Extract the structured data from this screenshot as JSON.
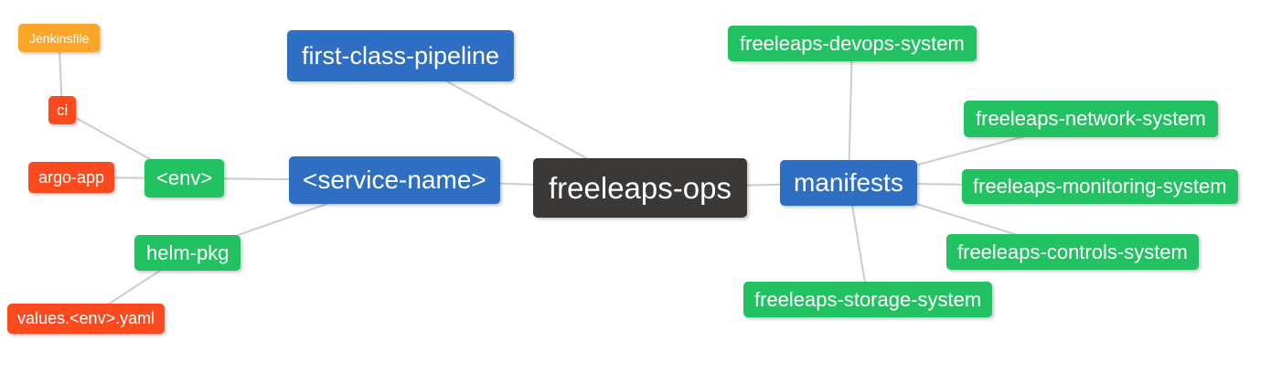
{
  "diagram": {
    "kind": "mindmap",
    "root_label": "freeleaps-ops",
    "background": "#ffffff"
  },
  "palette": {
    "blue": "#2e6fc4",
    "green": "#22c263",
    "red": "#fa4a1e",
    "orange": "#f9a62b",
    "dark": "#3b3838",
    "edge": "#cccccc",
    "text": "#ffffff"
  },
  "nodes": {
    "freeleaps_ops": {
      "label": "freeleaps-ops",
      "color": "dark"
    },
    "first_class_pipeline": {
      "label": "first-class-pipeline",
      "color": "blue"
    },
    "service_name": {
      "label": "<service-name>",
      "color": "blue"
    },
    "manifests": {
      "label": "manifests",
      "color": "blue"
    },
    "env": {
      "label": "<env>",
      "color": "green"
    },
    "helm_pkg": {
      "label": "helm-pkg",
      "color": "green"
    },
    "ci": {
      "label": "ci",
      "color": "red"
    },
    "argo_app": {
      "label": "argo-app",
      "color": "red"
    },
    "values_env_yaml": {
      "label": "values.<env>.yaml",
      "color": "red"
    },
    "jenkinsfile": {
      "label": "Jenkinsfile",
      "color": "orange"
    },
    "devops_system": {
      "label": "freeleaps-devops-system",
      "color": "green"
    },
    "network_system": {
      "label": "freeleaps-network-system",
      "color": "green"
    },
    "monitoring_system": {
      "label": "freeleaps-monitoring-system",
      "color": "green"
    },
    "controls_system": {
      "label": "freeleaps-controls-system",
      "color": "green"
    },
    "storage_system": {
      "label": "freeleaps-storage-system",
      "color": "green"
    }
  },
  "edges": [
    {
      "from": "jenkinsfile",
      "to": "ci"
    },
    {
      "from": "ci",
      "to": "env"
    },
    {
      "from": "argo_app",
      "to": "env"
    },
    {
      "from": "env",
      "to": "service_name"
    },
    {
      "from": "helm_pkg",
      "to": "service_name"
    },
    {
      "from": "values_env_yaml",
      "to": "helm_pkg"
    },
    {
      "from": "first_class_pipeline",
      "to": "freeleaps_ops"
    },
    {
      "from": "service_name",
      "to": "freeleaps_ops"
    },
    {
      "from": "freeleaps_ops",
      "to": "manifests"
    },
    {
      "from": "manifests",
      "to": "devops_system"
    },
    {
      "from": "manifests",
      "to": "network_system"
    },
    {
      "from": "manifests",
      "to": "monitoring_system"
    },
    {
      "from": "manifests",
      "to": "controls_system"
    },
    {
      "from": "manifests",
      "to": "storage_system"
    }
  ]
}
